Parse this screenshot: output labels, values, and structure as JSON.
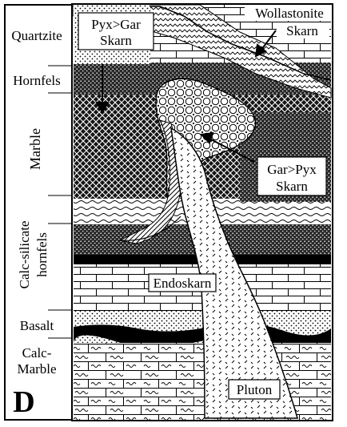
{
  "panel_letter": "D",
  "column_labels": {
    "quartzite": "Quartzite",
    "hornfels": "Hornfels",
    "marble": "Marble",
    "calc_silicate_1": "Calc-silicate",
    "calc_silicate_2": "hornfels",
    "basalt": "Basalt",
    "calc_marble_1": "Calc-",
    "calc_marble_2": "Marble"
  },
  "callouts": {
    "pyx_gar_1": "Pyx>Gar",
    "pyx_gar_2": "Skarn",
    "wollastonite_1": "Wollastonite",
    "wollastonite_2": "Skarn",
    "gar_pyx_1": "Gar>Pyx",
    "gar_pyx_2": "Skarn",
    "endoskarn": "Endoskarn",
    "pluton": "Pluton"
  }
}
